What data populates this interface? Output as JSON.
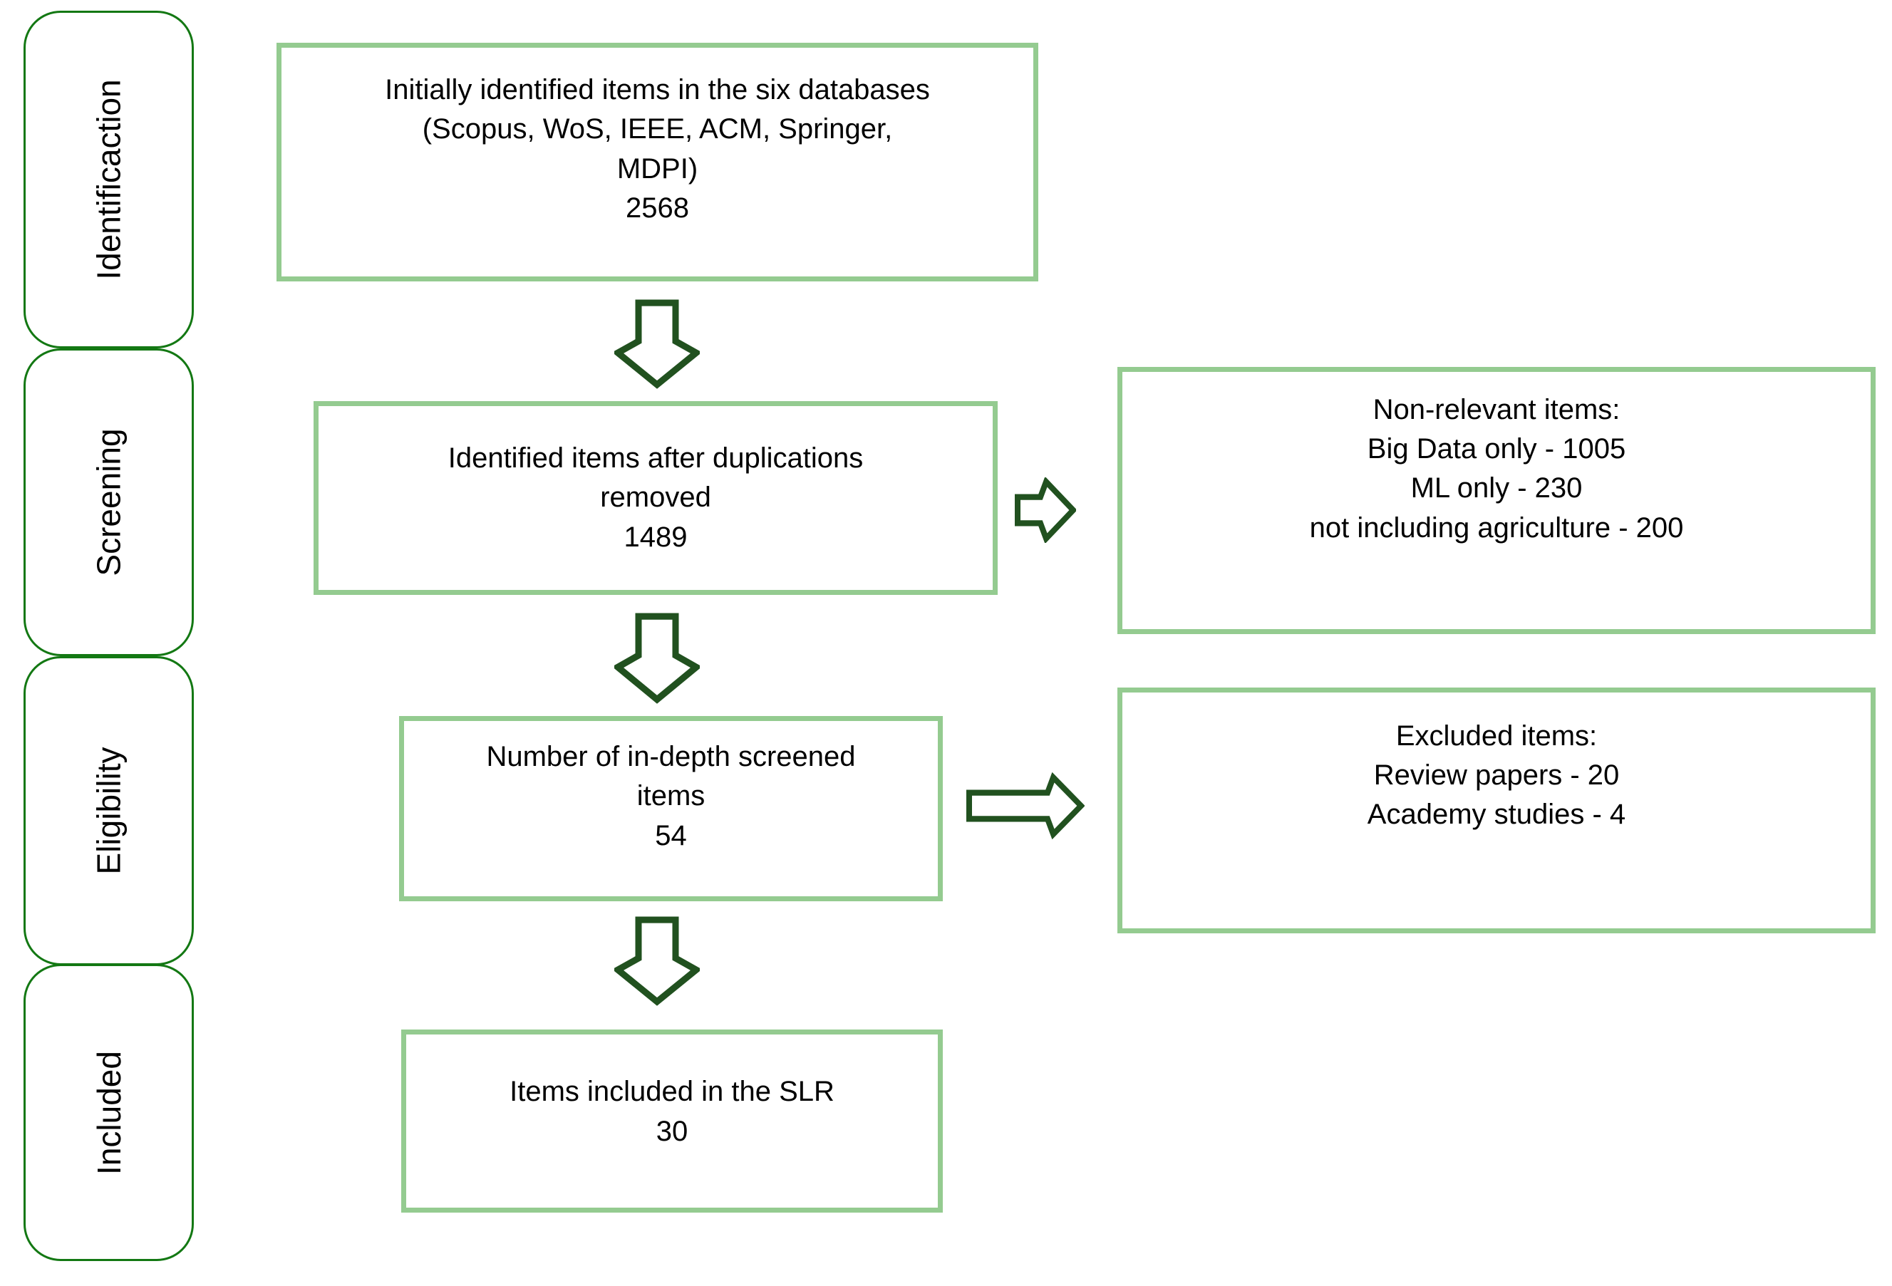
{
  "stages": [
    {
      "label": "Identificaction"
    },
    {
      "label": "Screening"
    },
    {
      "label": "Eligibility"
    },
    {
      "label": "Included"
    }
  ],
  "flow_boxes": {
    "initial": {
      "lines": [
        "Initially identified items in the six databases",
        "(Scopus, WoS, IEEE, ACM, Springer,",
        "MDPI)",
        "2568"
      ]
    },
    "deduplicated": {
      "lines": [
        "Identified items after duplications",
        "removed",
        "1489"
      ]
    },
    "screened": {
      "lines": [
        "Number of in-depth screened",
        "items",
        "54"
      ]
    },
    "included": {
      "lines": [
        "Items included in the SLR",
        "30"
      ]
    }
  },
  "side_boxes": {
    "non_relevant": {
      "lines": [
        "Non-relevant items:",
        "Big Data only - 1005",
        "ML only - 230",
        "not including agriculture - 200"
      ]
    },
    "excluded": {
      "lines": [
        "Excluded items:",
        "Review papers - 20",
        "Academy studies - 4"
      ]
    }
  },
  "icons": {
    "down_arrows": [
      "down-arrow-icon-1",
      "down-arrow-icon-2",
      "down-arrow-icon-3"
    ],
    "right_arrows": [
      "right-arrow-icon-1",
      "right-arrow-icon-2"
    ]
  },
  "colors": {
    "stage_border": "#137813",
    "flow_box_border": "#94cb90",
    "arrow_outline": "#21511f",
    "text": "#000000",
    "background": "#ffffff"
  }
}
